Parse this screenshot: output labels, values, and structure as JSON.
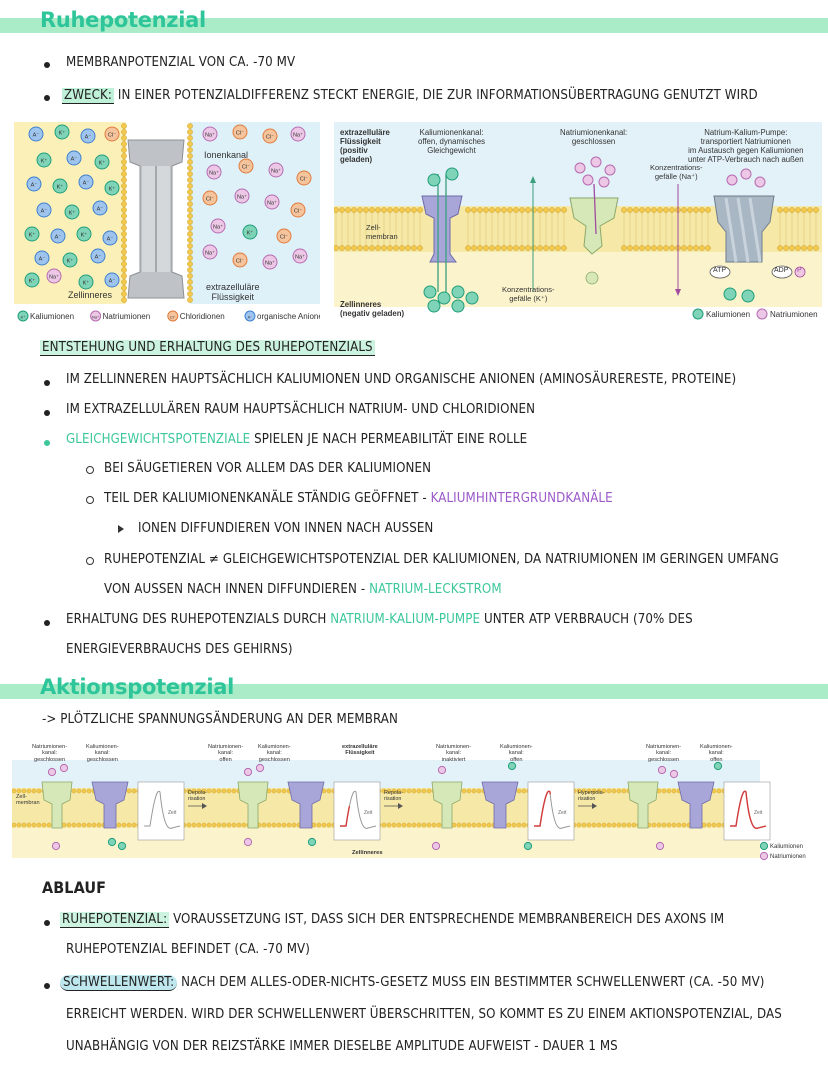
{
  "section1": {
    "title": "Ruhepotenzial",
    "l1": "Membranpotenzial von ca. -70 mV",
    "l2_label": "Zweck:",
    "l2_text": " in einer Potenzialdifferenz steckt Energie, die zur Informationsübertragung genutzt wird"
  },
  "fig1": {
    "ionenkanal": "Ionenkanal",
    "zellinneres": "Zellinneres",
    "extra": "extrazelluläre",
    "fluss": "Flüssigkeit",
    "legend": [
      "Kaliumionen",
      "Natriumionen",
      "Chloridionen",
      "organische Anionen"
    ],
    "ion_marks": [
      "K⁺",
      "Na⁺",
      "Cl⁻",
      "A⁻"
    ]
  },
  "fig2": {
    "extra_title": "extrazelluläre\nFlüssigkeit\n(positiv\ngeladen)",
    "k_channel": "Kaliumionenkanal:\noffen, dynamisches\nGleichgewicht",
    "na_channel": "Natriumionenkanal:\ngeschlossen",
    "pump": "Natrium-Kalium-Pumpe:\ntransportiert Natriumionen\nim Austausch gegen Kaliumionen\nunter ATP-Verbrauch nach außen",
    "conc_na": "Konzentrations-\ngefälle (Na⁺)",
    "conc_k": "Konzentrations-\ngefälle (K⁺)",
    "membran": "Zell-\nmembran",
    "inner": "Zellinneres\n(negativ geladen)",
    "atp": "ATP",
    "adp": "ADP",
    "pi": "P",
    "legend": [
      "Kaliumionen",
      "Natriumionen"
    ]
  },
  "section1b": {
    "heading": "Entstehung und Erhaltung des Ruhepotenzials",
    "b1": "im Zellinneren hauptsächlich Kaliumionen und organische Anionen (Aminosäurereste, Proteine)",
    "b2": "im extrazellulären Raum hauptsächlich Natrium- und Chloridionen",
    "b3_green": "Gleichgewichtspotenziale",
    "b3_rest": " spielen je nach Permeabilität eine Rolle",
    "s1": "bei Säugetieren vor allem das der Kaliumionen",
    "s2_a": "Teil der Kaliumionenkanäle ständig geöffnet - ",
    "s2_p": "Kaliumhintergrundkanäle",
    "t1": "Ionen diffundieren von innen nach außen",
    "s3_a": "Ruhepotenzial ≠ Gleichgewichtspotenzial der Kaliumionen, da Natriumionen im geringen Umfang",
    "s3_b": "von außen nach innen diffundieren - ",
    "s3_g": "Natrium-Leckstrom",
    "b4_a": "Erhaltung des Ruhepotenzials durch ",
    "b4_g": "Natrium-Kalium-Pumpe",
    "b4_b": " unter ATP Verbrauch (70% des",
    "b4_c": "Energieverbrauchs des Gehirns)"
  },
  "section2": {
    "title": "Aktionspotenzial",
    "arrow_line": "-> plötzliche Spannungsänderung an der Membran"
  },
  "fig3": {
    "labels": [
      "Natriumionen-\nkanal:\ngeschlossen",
      "Kaliumionen-\nkanal:\ngeschlossen",
      "Natriumionen-\nkanal:\noffen",
      "Kaliumionen-\nkanal:\ngeschlossen",
      "extrazelluläre\nFlüssigkeit",
      "Natriumionen-\nkanal:\ninaktiviert",
      "Kaliumionen-\nkanal:\noffen",
      "Natriumionen-\nkanal:\ngeschlossen",
      "Kaliumionen-\nkanal:\noffen"
    ],
    "membran": "Zell-\nmembran",
    "zeit": "Zeit",
    "arrows": [
      "Depola-\nrisation",
      "Repola-\nrisation",
      "Hyperpola-\nrisation"
    ],
    "inner": "Zellinneres",
    "legend": [
      "Kaliumionen",
      "Natriumionen"
    ]
  },
  "section3": {
    "heading": "Ablauf",
    "r_label": "Ruhepotenzial:",
    "r_text": " Voraussetzung ist, dass sich der entsprechende Membranbereich des Axons im",
    "r_text2": "Ruhepotenzial befindet (ca. -70 mV)",
    "s_label": "Schwellenwert:",
    "s_text": " nach dem Alles-oder-Nichts-Gesetz muss ein bestimmter Schwellenwert (ca. -50 mV)",
    "s_text2": "erreicht werden. Wird der Schwellenwert überschritten, so kommt es zu einem Aktionspotenzial, das",
    "s_text3": "unabhängig von der Reizstärke immer dieselbe Amplitude aufweist - Dauer 1 ms"
  },
  "colors": {
    "accent_green": "#3cc79b",
    "purple": "#9b59c9",
    "bar": "#a9ecc7",
    "k_ion": "#1f9e7a",
    "na_ion": "#b56bb0"
  }
}
